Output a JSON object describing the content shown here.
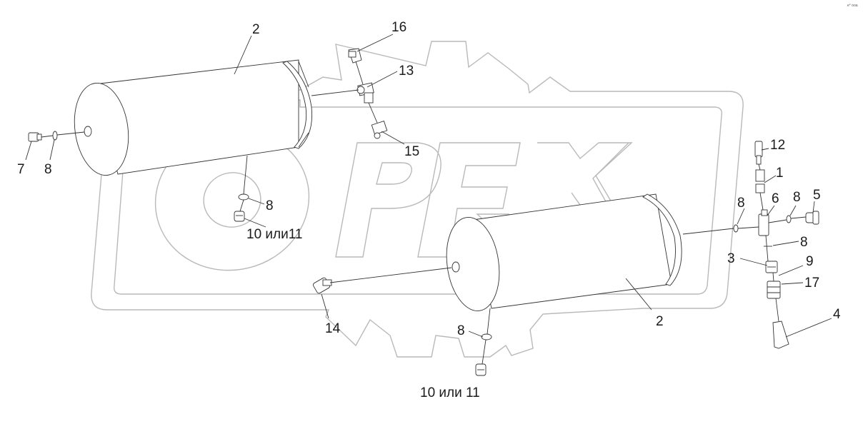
{
  "watermark": {
    "brand": "OPEX"
  },
  "corner_text": "e° ooa",
  "labels": {
    "l2a": "2",
    "l16": "16",
    "l13": "13",
    "l15": "15",
    "l7": "7",
    "l8a": "8",
    "l8b": "8",
    "l10a": "10 или11",
    "l12": "12",
    "l1": "1",
    "l8c": "8",
    "l6": "6",
    "l8d": "8",
    "l5": "5",
    "l8e": "8",
    "l3": "3",
    "l9": "9",
    "l17": "17",
    "l4": "4",
    "l2b": "2",
    "l14": "14",
    "l8f": "8",
    "l10b": "10 или 11"
  }
}
